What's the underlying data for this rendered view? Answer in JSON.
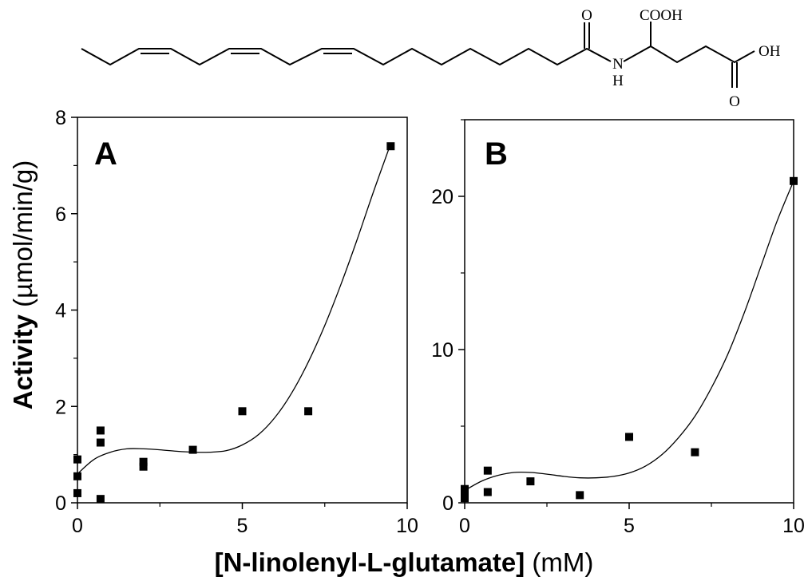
{
  "molecule": {
    "labels": {
      "cooh": "COOH",
      "oh": "OH",
      "o_amide": "O",
      "o_acid": "O",
      "n": "N",
      "h": "H"
    },
    "colors": {
      "line": "#000000"
    }
  },
  "axis_titles": {
    "y_bold": "Activity",
    "y_unit": " (µmol/min/g)",
    "x_bold": "[N-linolenyl-L-glutamate]",
    "x_unit": " (mM)"
  },
  "chart_data": [
    {
      "type": "scatter",
      "panel_label": "A",
      "xlim": [
        0,
        10
      ],
      "ylim": [
        0,
        8
      ],
      "xticks": [
        0,
        5,
        10
      ],
      "yticks": [
        0,
        2,
        4,
        6,
        8
      ],
      "x_minor_step": 2.5,
      "y_minor_step": 1,
      "grid": false,
      "points": [
        {
          "x": 0.0,
          "y": 0.9
        },
        {
          "x": 0.0,
          "y": 0.55
        },
        {
          "x": 0.0,
          "y": 0.2
        },
        {
          "x": 0.7,
          "y": 1.5
        },
        {
          "x": 0.7,
          "y": 1.25
        },
        {
          "x": 0.7,
          "y": 0.08
        },
        {
          "x": 2.0,
          "y": 0.85
        },
        {
          "x": 2.0,
          "y": 0.75
        },
        {
          "x": 3.5,
          "y": 1.1
        },
        {
          "x": 5.0,
          "y": 1.9
        },
        {
          "x": 7.0,
          "y": 1.9
        },
        {
          "x": 9.5,
          "y": 7.4
        }
      ],
      "fit_curve": [
        {
          "x": 0.0,
          "y": 0.6
        },
        {
          "x": 0.5,
          "y": 0.9
        },
        {
          "x": 1.0,
          "y": 1.05
        },
        {
          "x": 1.5,
          "y": 1.12
        },
        {
          "x": 2.0,
          "y": 1.12
        },
        {
          "x": 2.5,
          "y": 1.1
        },
        {
          "x": 3.0,
          "y": 1.07
        },
        {
          "x": 3.5,
          "y": 1.05
        },
        {
          "x": 4.0,
          "y": 1.05
        },
        {
          "x": 4.5,
          "y": 1.08
        },
        {
          "x": 5.0,
          "y": 1.2
        },
        {
          "x": 5.5,
          "y": 1.42
        },
        {
          "x": 6.0,
          "y": 1.78
        },
        {
          "x": 6.5,
          "y": 2.28
        },
        {
          "x": 7.0,
          "y": 2.92
        },
        {
          "x": 7.5,
          "y": 3.68
        },
        {
          "x": 8.0,
          "y": 4.55
        },
        {
          "x": 8.5,
          "y": 5.5
        },
        {
          "x": 9.0,
          "y": 6.5
        },
        {
          "x": 9.5,
          "y": 7.45
        }
      ],
      "colors": {
        "marker": "#000000",
        "line": "#000000"
      }
    },
    {
      "type": "scatter",
      "panel_label": "B",
      "xlim": [
        0,
        10
      ],
      "ylim": [
        0,
        25
      ],
      "xticks": [
        0,
        5,
        10
      ],
      "yticks": [
        0,
        10,
        20
      ],
      "x_minor_step": 2.5,
      "y_minor_step": 5,
      "grid": false,
      "points": [
        {
          "x": 0.0,
          "y": 0.9
        },
        {
          "x": 0.0,
          "y": 0.6
        },
        {
          "x": 0.0,
          "y": 0.3
        },
        {
          "x": 0.7,
          "y": 2.1
        },
        {
          "x": 0.7,
          "y": 0.7
        },
        {
          "x": 2.0,
          "y": 1.4
        },
        {
          "x": 3.5,
          "y": 0.5
        },
        {
          "x": 5.0,
          "y": 4.3
        },
        {
          "x": 7.0,
          "y": 3.3
        },
        {
          "x": 10.0,
          "y": 21.0
        }
      ],
      "fit_curve": [
        {
          "x": 0.0,
          "y": 0.8
        },
        {
          "x": 0.5,
          "y": 1.4
        },
        {
          "x": 1.0,
          "y": 1.78
        },
        {
          "x": 1.5,
          "y": 1.98
        },
        {
          "x": 2.0,
          "y": 1.98
        },
        {
          "x": 2.5,
          "y": 1.87
        },
        {
          "x": 3.0,
          "y": 1.73
        },
        {
          "x": 3.5,
          "y": 1.63
        },
        {
          "x": 4.0,
          "y": 1.63
        },
        {
          "x": 4.5,
          "y": 1.72
        },
        {
          "x": 5.0,
          "y": 1.95
        },
        {
          "x": 5.5,
          "y": 2.4
        },
        {
          "x": 6.0,
          "y": 3.15
        },
        {
          "x": 6.5,
          "y": 4.25
        },
        {
          "x": 7.0,
          "y": 5.65
        },
        {
          "x": 7.5,
          "y": 7.5
        },
        {
          "x": 8.0,
          "y": 9.7
        },
        {
          "x": 8.5,
          "y": 12.4
        },
        {
          "x": 9.0,
          "y": 15.4
        },
        {
          "x": 9.5,
          "y": 18.4
        },
        {
          "x": 10.0,
          "y": 21.0
        }
      ],
      "colors": {
        "marker": "#000000",
        "line": "#000000"
      }
    }
  ]
}
